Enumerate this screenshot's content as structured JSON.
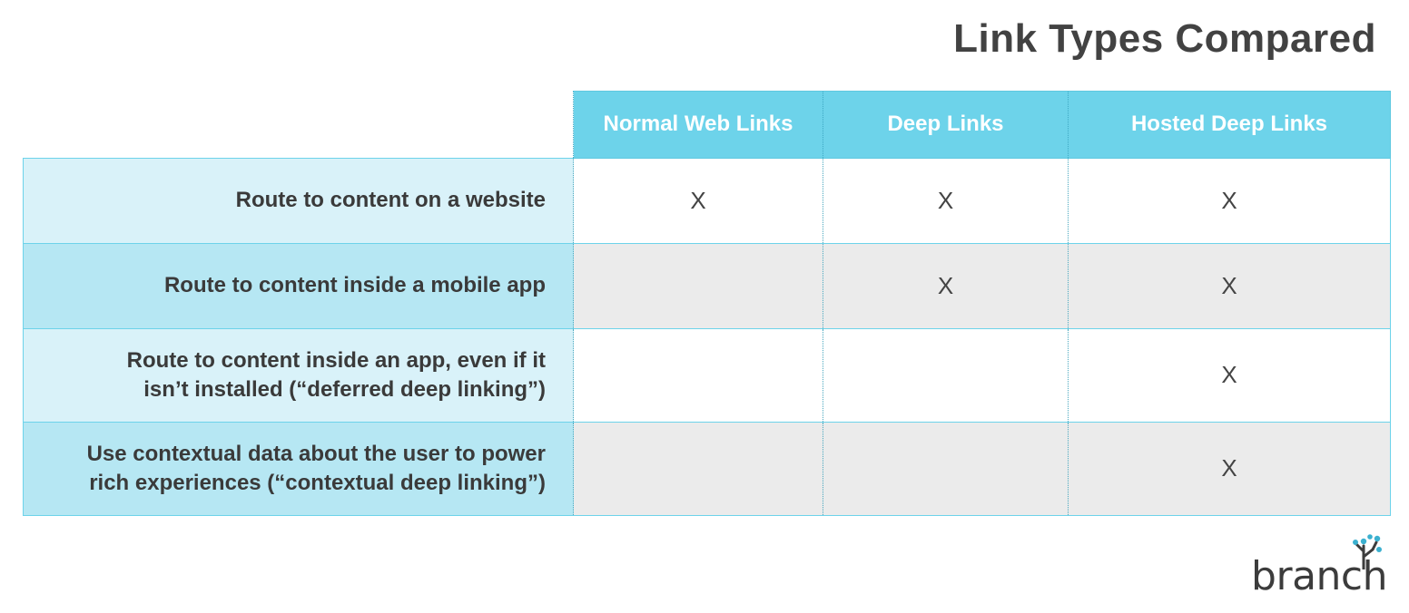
{
  "title": "Link Types Compared",
  "columns": [
    "Normal Web Links",
    "Deep Links",
    "Hosted Deep Links"
  ],
  "rows": [
    {
      "label_lines": [
        "Route to content on a website"
      ],
      "marks": [
        "X",
        "X",
        "X"
      ]
    },
    {
      "label_lines": [
        "Route to content inside a mobile app"
      ],
      "marks": [
        "",
        "X",
        "X"
      ]
    },
    {
      "label_lines": [
        "Route to content inside an app, even if it",
        "isn’t installed (“deferred deep linking”)"
      ],
      "marks": [
        "",
        "",
        "X"
      ]
    },
    {
      "label_lines": [
        "Use contextual data about the user to power",
        "rich experiences (“contextual deep linking”)"
      ],
      "marks": [
        "",
        "",
        "X"
      ]
    }
  ],
  "logo": {
    "text": "branch",
    "icon": "tree-branch-icon"
  },
  "colors": {
    "header": "#6dd3ea",
    "label_light": "#d9f2f9",
    "label_dark": "#b6e7f3",
    "cell_dark": "#ebebeb",
    "text": "#3a3a3a"
  }
}
